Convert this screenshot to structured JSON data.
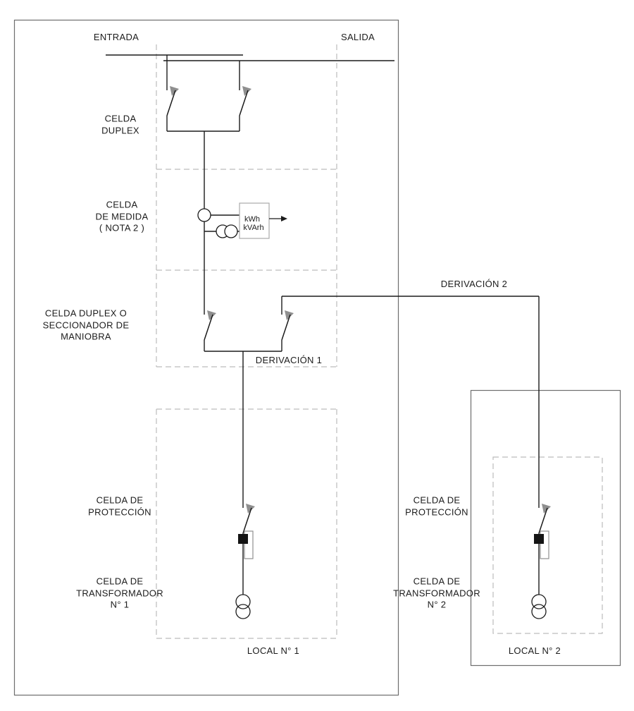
{
  "labels": {
    "entrada": "ENTRADA",
    "salida": "SALIDA",
    "celda_duplex": "CELDA\nDUPLEX",
    "celda_medida": "CELDA\nDE MEDIDA\n( NOTA 2 )",
    "celda_duplex_seccionador": "CELDA DUPLEX  O\nSECCIONADOR DE\nMANIOBRA",
    "derivacion_2": "DERIVACIÓN 2",
    "derivacion_1": "DERIVACIÓN 1",
    "celda_proteccion_1": "CELDA DE\nPROTECCIÓN",
    "celda_transformador_1": "CELDA DE\nTRANSFORMADOR\nN° 1",
    "local_1": "LOCAL N° 1",
    "celda_proteccion_2": "CELDA DE\nPROTECCIÓN",
    "celda_transformador_2": "CELDA DE\nTRANSFORMADOR\nN° 2",
    "local_2": "LOCAL N° 2",
    "meter_kwh": "kWh",
    "meter_kvarh": "kVArh"
  },
  "colors": {
    "background": "#ffffff",
    "conductor": "#1b1b1b",
    "enclosure": "#6e6e6e",
    "dashed_partition": "#bcbcbc",
    "meter_border": "#ababab",
    "switch_arrow": "#8f8f8f",
    "fuse_block": "#141414"
  }
}
